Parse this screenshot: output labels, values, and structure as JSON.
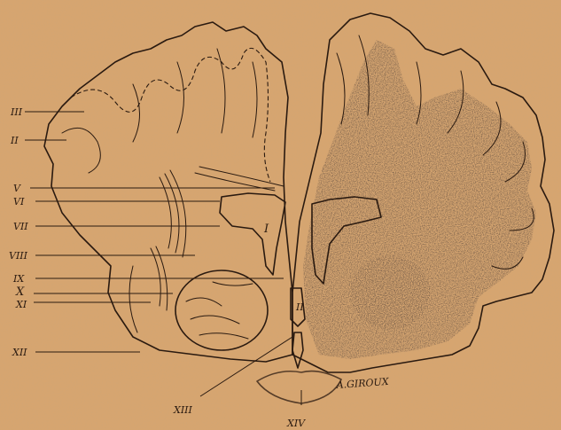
{
  "figure": {
    "labels": [
      "III",
      "II",
      "V",
      "VI",
      "VII",
      "VIII",
      "IX",
      "X",
      "XI",
      "XII",
      "XIII",
      "XIV"
    ],
    "inner_marks": [
      "I",
      "II"
    ],
    "signature": "A.GIROUX"
  },
  "colors": {
    "paper": "#d8a56e",
    "ink": "#2a1a10",
    "shade": "#5a3a22"
  }
}
